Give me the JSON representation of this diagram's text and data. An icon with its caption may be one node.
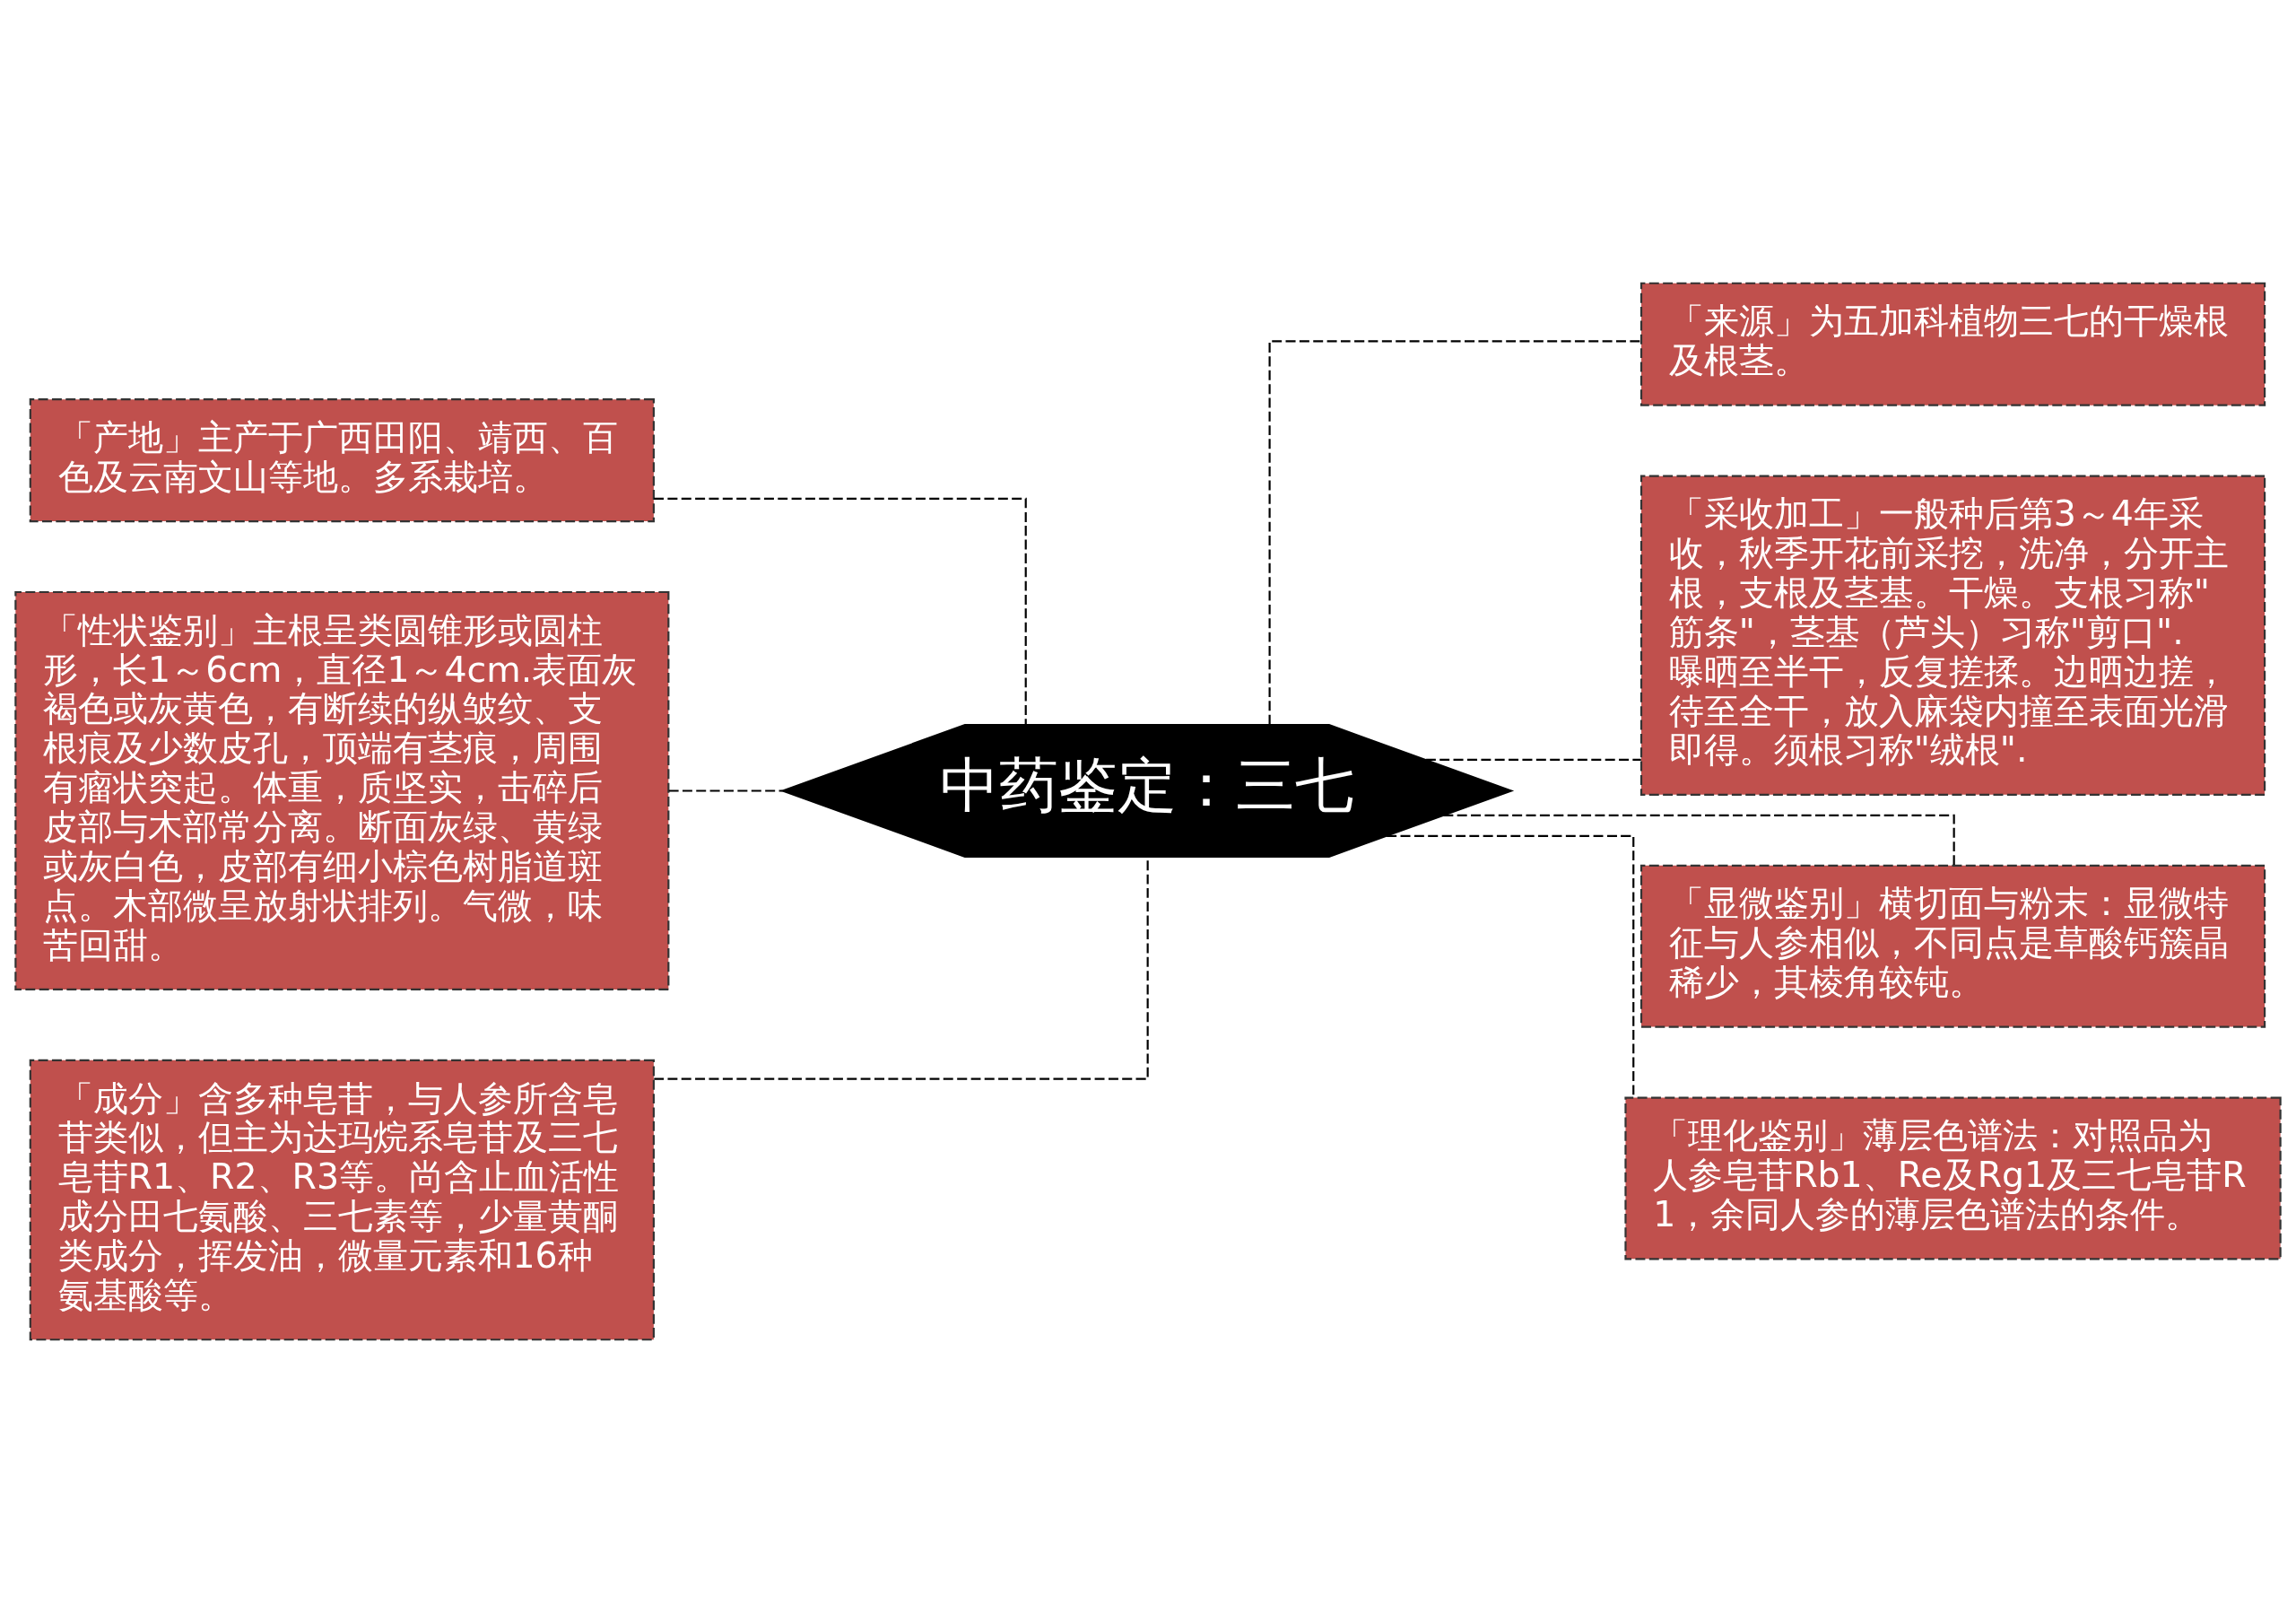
{
  "diagram": {
    "nodes": [
      {
        "text": [
          "中药鉴定：三七"
        ]
      },
      {
        "text": [
          "「产地」主产于广西田阳、靖西、百色及云南文山等地。多系栽培。"
        ]
      },
      {
        "text": [
          "「性状鉴别」主根呈类圆锥形或圆柱形，长1～6cm，直径1～4cm.表面灰褐色或灰黄色，有断续的纵皱纹、支根痕及少数皮孔，顶端有茎痕，周围有瘤状突起。体重，质坚实，击碎后皮部与木部常分离。断面灰绿、黄绿或灰白色，皮部有细小棕色树脂道斑点。木部微呈放射状排列。气微，味苦回甜。"
        ]
      },
      {
        "text": [
          "「成分」含多种皂苷，与人参所含皂苷类似，但主为达玛烷系皂苷及三七皂苷R1、R2、R3等。尚含止血活性成分田七氨酸、三七素等，少量黄酮类成分，挥发油，微量元素和16种氨基酸等。"
        ]
      },
      {
        "text": [
          "「来源」为五加科植物三七的干燥根及根茎。"
        ]
      },
      {
        "text": [
          "「采收加工」一般种后第3～4年采收，秋季开花前采挖，洗净，分开主根，支根及茎基。干燥。支根习称\"筋条\"，茎基（芦头）习称\"剪口\".曝晒至半干，反复搓揉。边晒边搓，待至全干，放入麻袋内撞至表面光滑即得。须根习称\"绒根\"."
        ]
      },
      {
        "text": [
          "「显微鉴别」横切面与粉末：显微特征与人参相似，不同点是草酸钙簇晶稀少，其棱角较钝。"
        ]
      },
      {
        "text": [
          "「理化鉴别」薄层色谱法：对照品为人参皂苷Rb1、Re及Rg1及三七皂苷R1，余同人参的薄层色谱法的条件。"
        ]
      }
    ],
    "edges": [
      {
        "from": 1,
        "to": 0,
        "arrow": "none",
        "style": "dashed"
      },
      {
        "from": 2,
        "to": 0,
        "arrow": "none",
        "style": "dashed"
      },
      {
        "from": 3,
        "to": 0,
        "arrow": "none",
        "style": "dashed"
      },
      {
        "from": 0,
        "to": 4,
        "arrow": "none",
        "style": "dashed"
      },
      {
        "from": 0,
        "to": 5,
        "arrow": "none",
        "style": "dashed"
      },
      {
        "from": 0,
        "to": 6,
        "arrow": "none",
        "style": "dashed"
      },
      {
        "from": 0,
        "to": 7,
        "arrow": "none",
        "style": "dashed"
      }
    ]
  }
}
